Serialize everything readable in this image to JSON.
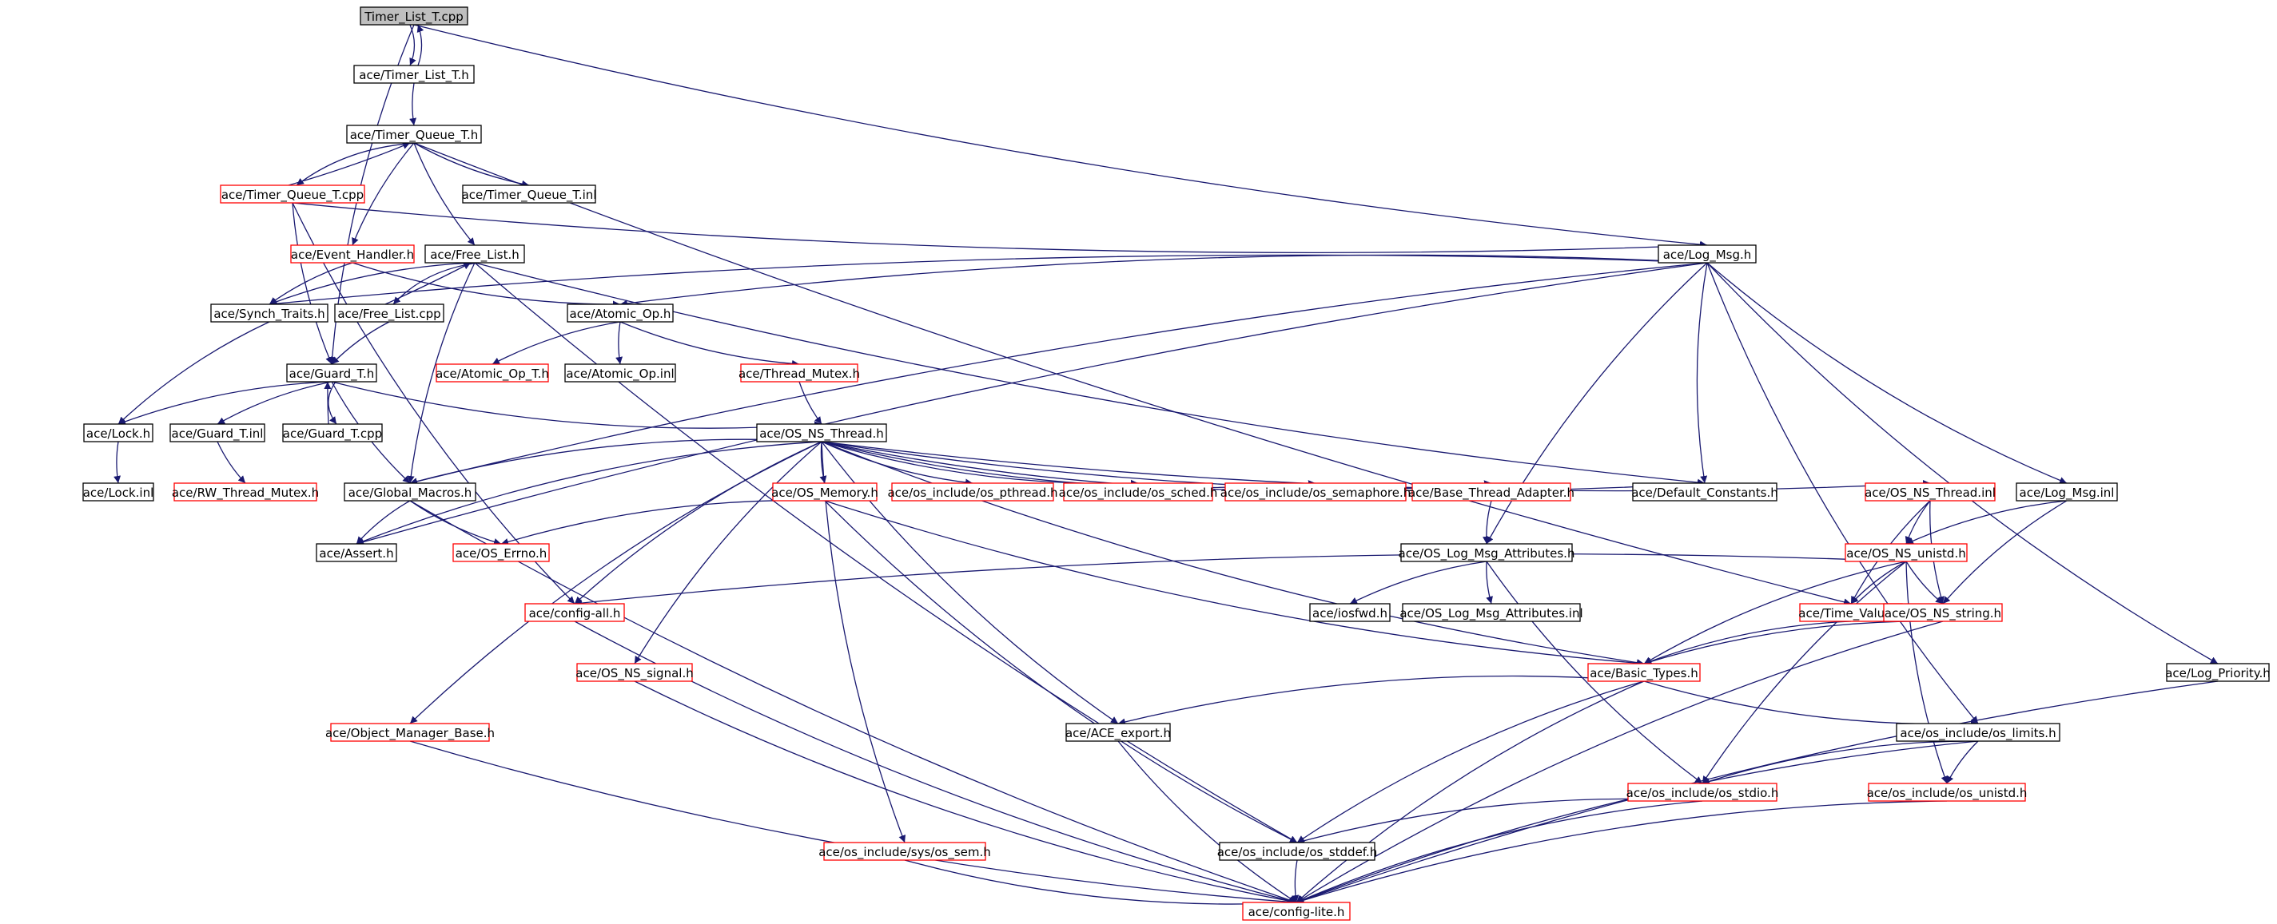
{
  "diagram": {
    "title": "",
    "colors": {
      "edge": "#191970",
      "root_fill": "#bfbfbf",
      "normal_border": "#000000",
      "undocumented_border": "#ff0000"
    },
    "nodes": [
      {
        "id": "timer_list_t_cpp",
        "label": "Timer_List_T.cpp",
        "style": "root"
      },
      {
        "id": "timer_list_t_h",
        "label": "ace/Timer_List_T.h",
        "style": "black"
      },
      {
        "id": "timer_queue_t_h",
        "label": "ace/Timer_Queue_T.h",
        "style": "black"
      },
      {
        "id": "timer_queue_t_cpp",
        "label": "ace/Timer_Queue_T.cpp",
        "style": "red"
      },
      {
        "id": "timer_queue_t_inl",
        "label": "ace/Timer_Queue_T.inl",
        "style": "black"
      },
      {
        "id": "event_handler_h",
        "label": "ace/Event_Handler.h",
        "style": "red"
      },
      {
        "id": "free_list_h",
        "label": "ace/Free_List.h",
        "style": "black"
      },
      {
        "id": "log_msg_h",
        "label": "ace/Log_Msg.h",
        "style": "black"
      },
      {
        "id": "synch_traits_h",
        "label": "ace/Synch_Traits.h",
        "style": "black"
      },
      {
        "id": "free_list_cpp",
        "label": "ace/Free_List.cpp",
        "style": "black"
      },
      {
        "id": "atomic_op_h",
        "label": "ace/Atomic_Op.h",
        "style": "black"
      },
      {
        "id": "guard_t_h",
        "label": "ace/Guard_T.h",
        "style": "black"
      },
      {
        "id": "atomic_op_t_h",
        "label": "ace/Atomic_Op_T.h",
        "style": "red"
      },
      {
        "id": "atomic_op_inl",
        "label": "ace/Atomic_Op.inl",
        "style": "black"
      },
      {
        "id": "thread_mutex_h",
        "label": "ace/Thread_Mutex.h",
        "style": "red"
      },
      {
        "id": "lock_h",
        "label": "ace/Lock.h",
        "style": "black"
      },
      {
        "id": "guard_t_inl",
        "label": "ace/Guard_T.inl",
        "style": "black"
      },
      {
        "id": "guard_t_cpp",
        "label": "ace/Guard_T.cpp",
        "style": "black"
      },
      {
        "id": "os_ns_thread_h",
        "label": "ace/OS_NS_Thread.h",
        "style": "black"
      },
      {
        "id": "lock_inl",
        "label": "ace/Lock.inl",
        "style": "black"
      },
      {
        "id": "rw_thread_mutex_h",
        "label": "ace/RW_Thread_Mutex.h",
        "style": "red"
      },
      {
        "id": "global_macros_h",
        "label": "ace/Global_Macros.h",
        "style": "black"
      },
      {
        "id": "os_memory_h",
        "label": "ace/OS_Memory.h",
        "style": "red"
      },
      {
        "id": "os_pthread_h",
        "label": "ace/os_include/os_pthread.h",
        "style": "red"
      },
      {
        "id": "os_sched_h",
        "label": "ace/os_include/os_sched.h",
        "style": "red"
      },
      {
        "id": "os_semaphore_h",
        "label": "ace/os_include/os_semaphore.h",
        "style": "red"
      },
      {
        "id": "base_thread_adapter_h",
        "label": "ace/Base_Thread_Adapter.h",
        "style": "red"
      },
      {
        "id": "default_constants_h",
        "label": "ace/Default_Constants.h",
        "style": "black"
      },
      {
        "id": "os_ns_thread_inl",
        "label": "ace/OS_NS_Thread.inl",
        "style": "red"
      },
      {
        "id": "log_msg_inl",
        "label": "ace/Log_Msg.inl",
        "style": "black"
      },
      {
        "id": "assert_h",
        "label": "ace/Assert.h",
        "style": "black"
      },
      {
        "id": "os_errno_h",
        "label": "ace/OS_Errno.h",
        "style": "red"
      },
      {
        "id": "os_log_msg_attributes_h",
        "label": "ace/OS_Log_Msg_Attributes.h",
        "style": "black"
      },
      {
        "id": "os_ns_unistd_h",
        "label": "ace/OS_NS_unistd.h",
        "style": "red"
      },
      {
        "id": "config_all_h",
        "label": "ace/config-all.h",
        "style": "red"
      },
      {
        "id": "iosfwd_h",
        "label": "ace/iosfwd.h",
        "style": "black"
      },
      {
        "id": "os_log_msg_attributes_inl",
        "label": "ace/OS_Log_Msg_Attributes.inl",
        "style": "black"
      },
      {
        "id": "time_value_h",
        "label": "ace/Time_Value.h",
        "style": "red"
      },
      {
        "id": "os_ns_string_h",
        "label": "ace/OS_NS_string.h",
        "style": "red"
      },
      {
        "id": "os_ns_signal_h",
        "label": "ace/OS_NS_signal.h",
        "style": "red"
      },
      {
        "id": "basic_types_h",
        "label": "ace/Basic_Types.h",
        "style": "red"
      },
      {
        "id": "log_priority_h",
        "label": "ace/Log_Priority.h",
        "style": "black"
      },
      {
        "id": "object_manager_base_h",
        "label": "ace/Object_Manager_Base.h",
        "style": "red"
      },
      {
        "id": "ace_export_h",
        "label": "ace/ACE_export.h",
        "style": "black"
      },
      {
        "id": "os_limits_h",
        "label": "ace/os_include/os_limits.h",
        "style": "black"
      },
      {
        "id": "os_stdio_h",
        "label": "ace/os_include/os_stdio.h",
        "style": "red"
      },
      {
        "id": "os_unistd_h",
        "label": "ace/os_include/os_unistd.h",
        "style": "red"
      },
      {
        "id": "os_sem_h",
        "label": "ace/os_include/sys/os_sem.h",
        "style": "red"
      },
      {
        "id": "os_stddef_h",
        "label": "ace/os_include/os_stddef.h",
        "style": "black"
      },
      {
        "id": "config_lite_h",
        "label": "ace/config-lite.h",
        "style": "red"
      }
    ],
    "edges": [
      [
        "timer_list_t_cpp",
        "timer_list_t_h"
      ],
      [
        "timer_list_t_h",
        "timer_list_t_cpp"
      ],
      [
        "timer_list_t_cpp",
        "log_msg_h"
      ],
      [
        "timer_list_t_cpp",
        "guard_t_h"
      ],
      [
        "timer_list_t_h",
        "timer_queue_t_h"
      ],
      [
        "timer_queue_t_h",
        "timer_queue_t_cpp"
      ],
      [
        "timer_queue_t_cpp",
        "timer_queue_t_h"
      ],
      [
        "timer_queue_t_h",
        "timer_queue_t_inl"
      ],
      [
        "timer_queue_t_h",
        "event_handler_h"
      ],
      [
        "timer_queue_t_h",
        "free_list_h"
      ],
      [
        "timer_queue_t_h",
        "time_value_h"
      ],
      [
        "timer_queue_t_cpp",
        "log_msg_h"
      ],
      [
        "timer_queue_t_cpp",
        "guard_t_h"
      ],
      [
        "timer_queue_t_cpp",
        "config_all_h"
      ],
      [
        "event_handler_h",
        "synch_traits_h"
      ],
      [
        "event_handler_h",
        "atomic_op_h"
      ],
      [
        "free_list_h",
        "free_list_cpp"
      ],
      [
        "free_list_cpp",
        "free_list_h"
      ],
      [
        "free_list_h",
        "synch_traits_h"
      ],
      [
        "free_list_h",
        "global_macros_h"
      ],
      [
        "free_list_h",
        "default_constants_h"
      ],
      [
        "free_list_h",
        "os_stddef_h"
      ],
      [
        "free_list_cpp",
        "guard_t_h"
      ],
      [
        "log_msg_h",
        "synch_traits_h"
      ],
      [
        "log_msg_h",
        "atomic_op_h"
      ],
      [
        "log_msg_h",
        "global_macros_h"
      ],
      [
        "log_msg_h",
        "default_constants_h"
      ],
      [
        "log_msg_h",
        "assert_h"
      ],
      [
        "log_msg_h",
        "os_log_msg_attributes_h"
      ],
      [
        "log_msg_h",
        "log_msg_inl"
      ],
      [
        "log_msg_h",
        "log_priority_h"
      ],
      [
        "log_msg_h",
        "os_limits_h"
      ],
      [
        "synch_traits_h",
        "lock_h"
      ],
      [
        "atomic_op_h",
        "atomic_op_t_h"
      ],
      [
        "atomic_op_h",
        "atomic_op_inl"
      ],
      [
        "atomic_op_h",
        "thread_mutex_h"
      ],
      [
        "thread_mutex_h",
        "os_ns_thread_h"
      ],
      [
        "guard_t_h",
        "lock_h"
      ],
      [
        "guard_t_h",
        "guard_t_inl"
      ],
      [
        "guard_t_h",
        "guard_t_cpp"
      ],
      [
        "guard_t_cpp",
        "guard_t_h"
      ],
      [
        "guard_t_h",
        "global_macros_h"
      ],
      [
        "guard_t_h",
        "os_ns_thread_h"
      ],
      [
        "lock_h",
        "lock_inl"
      ],
      [
        "guard_t_inl",
        "rw_thread_mutex_h"
      ],
      [
        "os_ns_thread_h",
        "global_macros_h"
      ],
      [
        "os_ns_thread_h",
        "os_memory_h"
      ],
      [
        "os_ns_thread_h",
        "os_pthread_h"
      ],
      [
        "os_ns_thread_h",
        "os_sched_h"
      ],
      [
        "os_ns_thread_h",
        "os_semaphore_h"
      ],
      [
        "os_ns_thread_h",
        "base_thread_adapter_h"
      ],
      [
        "os_ns_thread_h",
        "default_constants_h"
      ],
      [
        "os_ns_thread_h",
        "os_ns_thread_inl"
      ],
      [
        "os_ns_thread_h",
        "assert_h"
      ],
      [
        "os_ns_thread_h",
        "config_all_h"
      ],
      [
        "os_ns_thread_h",
        "os_ns_signal_h"
      ],
      [
        "os_ns_thread_h",
        "object_manager_base_h"
      ],
      [
        "os_ns_thread_h",
        "ace_export_h"
      ],
      [
        "os_ns_thread_h",
        "os_sem_h"
      ],
      [
        "os_ns_thread_h",
        "basic_types_h"
      ],
      [
        "global_macros_h",
        "assert_h"
      ],
      [
        "global_macros_h",
        "os_errno_h"
      ],
      [
        "global_macros_h",
        "config_lite_h"
      ],
      [
        "os_memory_h",
        "os_errno_h"
      ],
      [
        "os_memory_h",
        "basic_types_h"
      ],
      [
        "os_memory_h",
        "os_stddef_h"
      ],
      [
        "base_thread_adapter_h",
        "os_log_msg_attributes_h"
      ],
      [
        "os_ns_thread_inl",
        "os_ns_unistd_h"
      ],
      [
        "os_ns_thread_inl",
        "time_value_h"
      ],
      [
        "os_ns_thread_inl",
        "os_ns_string_h"
      ],
      [
        "log_msg_inl",
        "os_ns_unistd_h"
      ],
      [
        "log_msg_inl",
        "os_ns_string_h"
      ],
      [
        "os_log_msg_attributes_h",
        "iosfwd_h"
      ],
      [
        "os_log_msg_attributes_h",
        "os_log_msg_attributes_inl"
      ],
      [
        "os_log_msg_attributes_h",
        "os_stdio_h"
      ],
      [
        "os_ns_unistd_h",
        "config_all_h"
      ],
      [
        "os_ns_unistd_h",
        "time_value_h"
      ],
      [
        "os_ns_unistd_h",
        "basic_types_h"
      ],
      [
        "os_ns_unistd_h",
        "os_ns_string_h"
      ],
      [
        "os_ns_unistd_h",
        "os_stdio_h"
      ],
      [
        "os_ns_unistd_h",
        "os_unistd_h"
      ],
      [
        "config_all_h",
        "config_lite_h"
      ],
      [
        "time_value_h",
        "basic_types_h"
      ],
      [
        "os_ns_string_h",
        "basic_types_h"
      ],
      [
        "os_ns_string_h",
        "config_lite_h"
      ],
      [
        "os_ns_signal_h",
        "config_lite_h"
      ],
      [
        "basic_types_h",
        "ace_export_h"
      ],
      [
        "basic_types_h",
        "os_limits_h"
      ],
      [
        "basic_types_h",
        "os_stddef_h"
      ],
      [
        "basic_types_h",
        "config_lite_h"
      ],
      [
        "log_priority_h",
        "config_lite_h"
      ],
      [
        "object_manager_base_h",
        "config_lite_h"
      ],
      [
        "ace_export_h",
        "config_lite_h"
      ],
      [
        "os_limits_h",
        "os_stdio_h"
      ],
      [
        "os_limits_h",
        "os_unistd_h"
      ],
      [
        "os_limits_h",
        "config_lite_h"
      ],
      [
        "os_stdio_h",
        "os_stddef_h"
      ],
      [
        "os_stdio_h",
        "config_lite_h"
      ],
      [
        "os_unistd_h",
        "config_lite_h"
      ],
      [
        "os_sem_h",
        "config_lite_h"
      ],
      [
        "os_stddef_h",
        "config_lite_h"
      ]
    ]
  }
}
